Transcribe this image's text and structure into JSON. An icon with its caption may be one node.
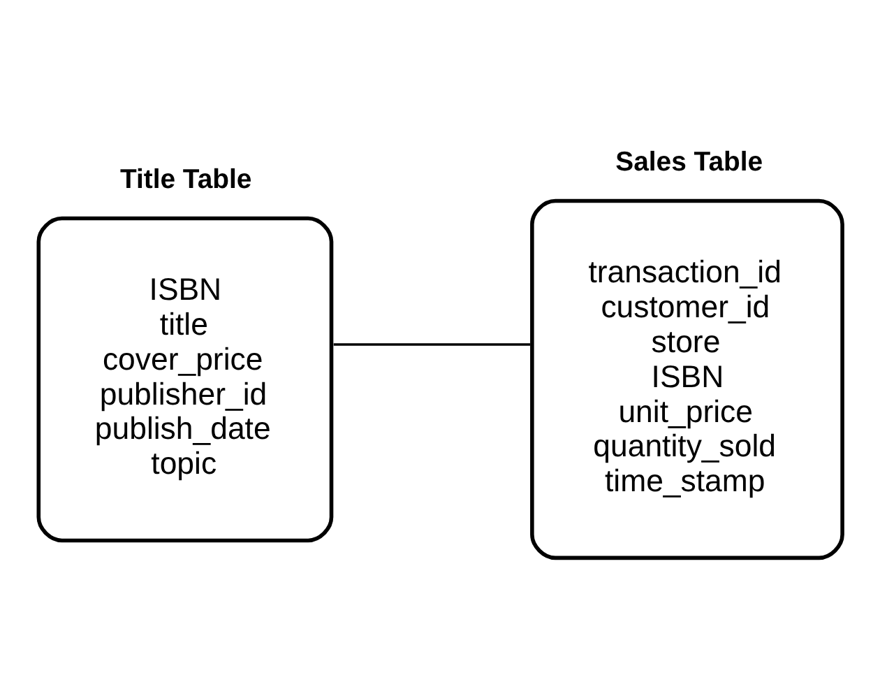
{
  "diagram": {
    "nodes": [
      {
        "text": [
          "Title Table",
          "ISBN",
          "title",
          "cover_price",
          "publisher_id",
          "publish_date",
          "topic"
        ]
      },
      {
        "text": [
          "Sales Table",
          "transaction_id",
          "customer_id",
          "store",
          "ISBN",
          "unit_price",
          "quantity_sold",
          "time_stamp"
        ]
      }
    ],
    "edges": [
      {
        "from": 0,
        "to": 1,
        "arrow": "none"
      }
    ]
  }
}
